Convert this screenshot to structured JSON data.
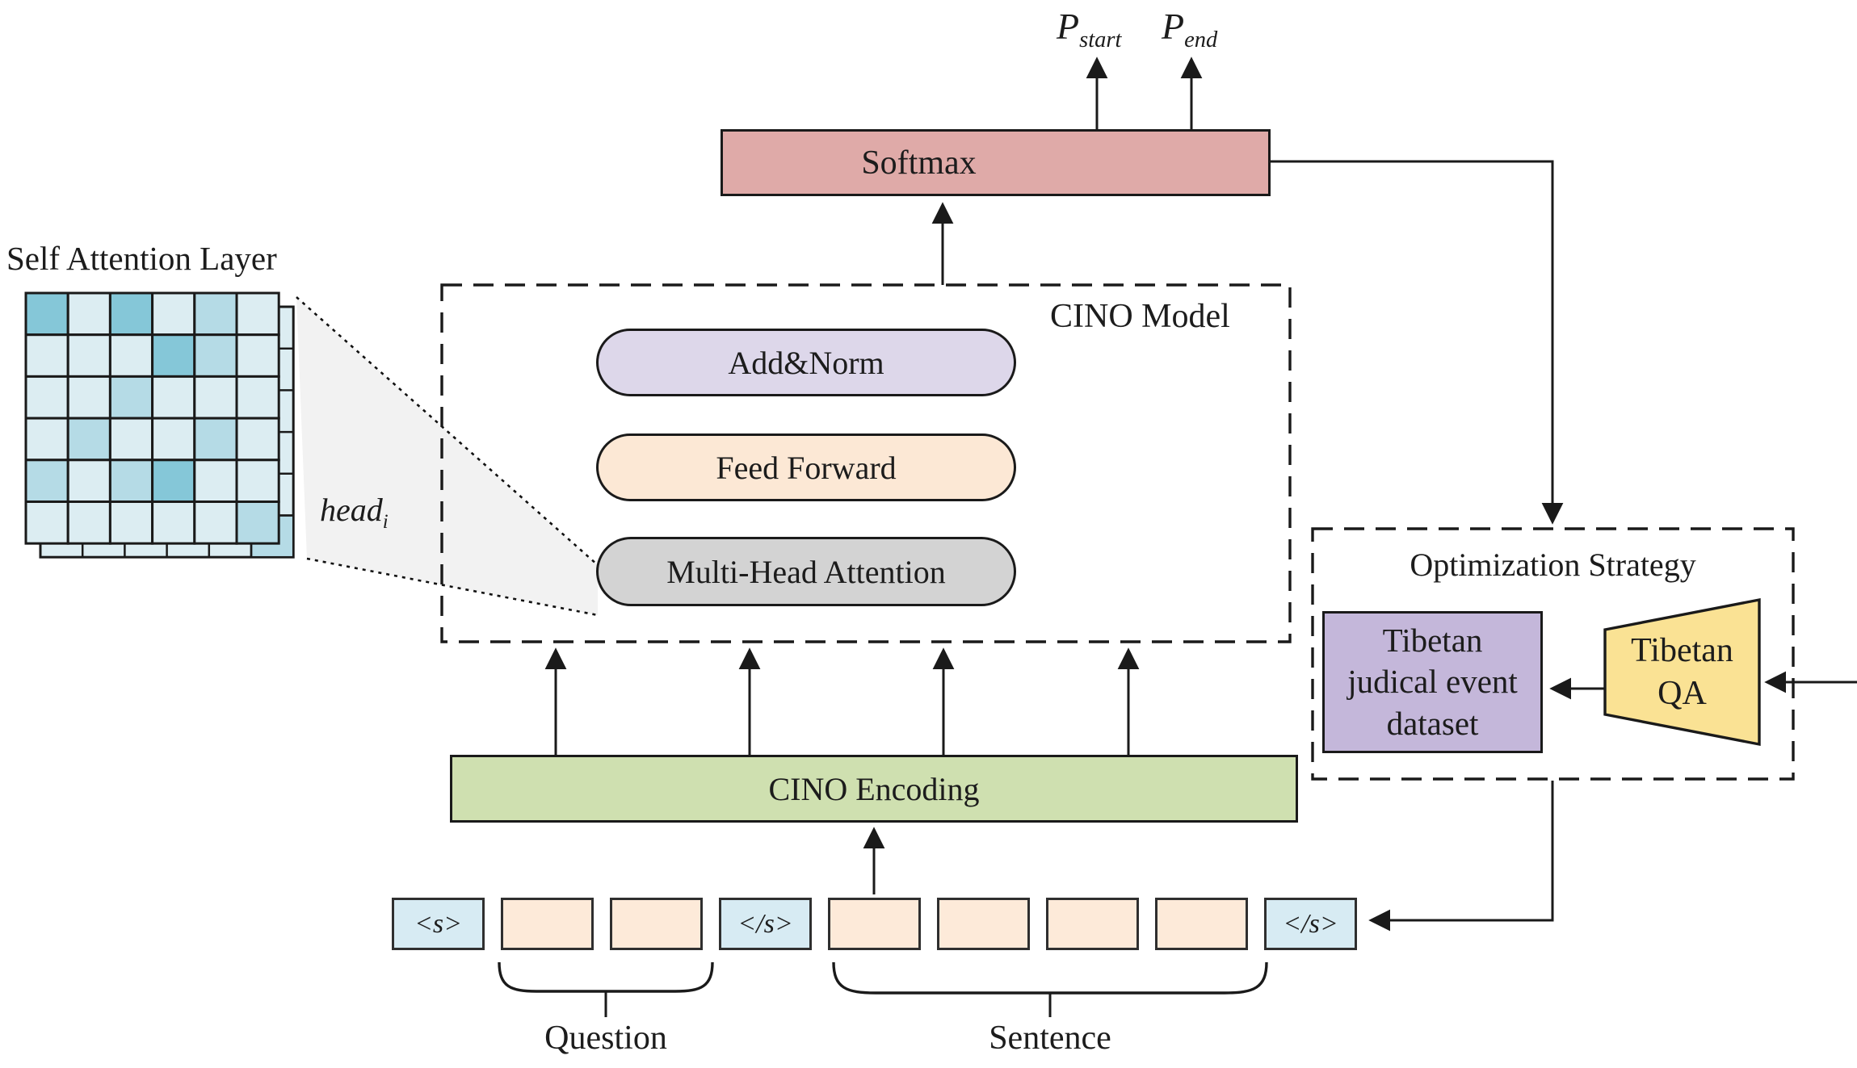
{
  "labels": {
    "self_attention_title": "Self Attention Layer",
    "head": "head",
    "head_sub": "i",
    "p_main": "P",
    "p_start_sub": "start",
    "p_end_sub": "end",
    "softmax": "Softmax",
    "cino_model": "CINO Model",
    "add_norm": "Add&Norm",
    "feed_forward": "Feed Forward",
    "multi_head": "Multi-Head Attention",
    "encoding": "CINO Encoding",
    "opt_title": "Optimization Strategy",
    "dataset_l1": "Tibetan",
    "dataset_l2": "judical event",
    "dataset_l3": "dataset",
    "qa_l1": "Tibetan",
    "qa_l2": "QA",
    "question": "Question",
    "sentence": "Sentence"
  },
  "tokens": [
    {
      "label": "<s>",
      "type": "special"
    },
    {
      "label": "",
      "type": "plain"
    },
    {
      "label": "",
      "type": "plain"
    },
    {
      "label": "</s>",
      "type": "special"
    },
    {
      "label": "",
      "type": "plain"
    },
    {
      "label": "",
      "type": "plain"
    },
    {
      "label": "",
      "type": "plain"
    },
    {
      "label": "",
      "type": "plain"
    },
    {
      "label": "</s>",
      "type": "special"
    }
  ],
  "attention_grid": {
    "rows": 6,
    "cols": 6,
    "levels": [
      [
        2,
        0,
        2,
        0,
        1,
        0
      ],
      [
        0,
        0,
        0,
        2,
        1,
        0
      ],
      [
        0,
        0,
        1,
        0,
        0,
        0
      ],
      [
        0,
        1,
        0,
        0,
        1,
        0
      ],
      [
        1,
        0,
        1,
        2,
        0,
        0
      ],
      [
        0,
        0,
        0,
        0,
        0,
        1
      ]
    ],
    "level_colors": [
      "#dcedf2",
      "#b5dbe6",
      "#85c7d8"
    ]
  },
  "colors": {
    "softmax": "#dfaaa8",
    "add_norm": "#ddd7ea",
    "feed_forward": "#fce8d5",
    "multi_head": "#d3d3d3",
    "encoding": "#cfe0b0",
    "dataset": "#c4b7da",
    "qa_trapezoid": "#fae294",
    "token_special": "#d7ebf3",
    "token_plain": "#fdead9",
    "funnel": "#f2f2f2",
    "line": "#1a1a1a"
  }
}
